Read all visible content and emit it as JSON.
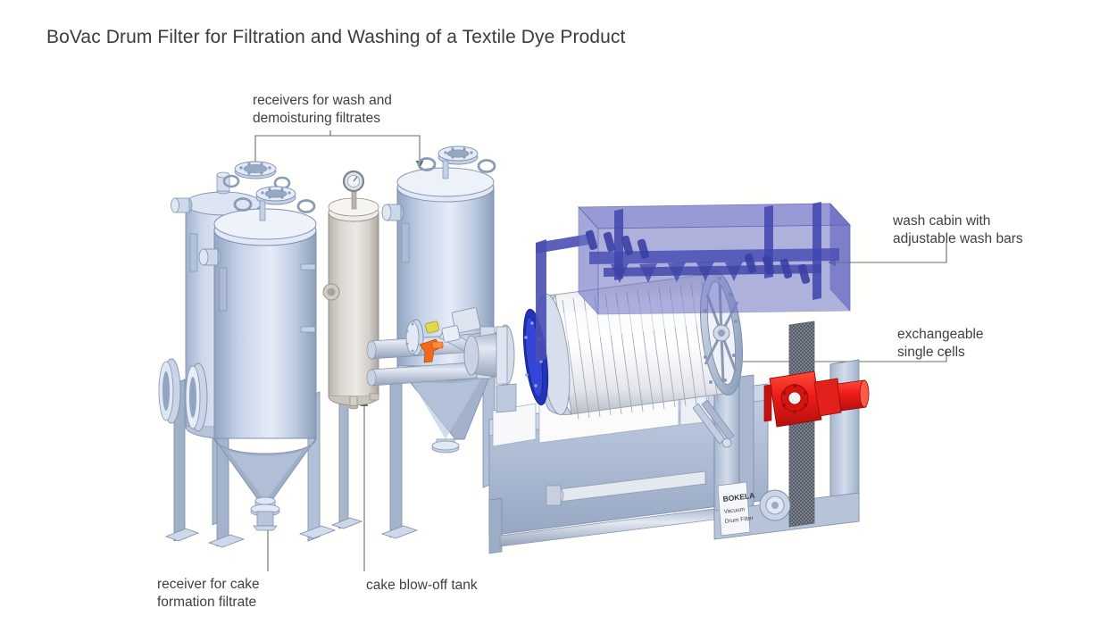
{
  "page": {
    "background_color": "#fffffd",
    "text_color": "#3f3f3f",
    "title_color": "#3b3b3b"
  },
  "header": {
    "title": "BoVac Drum Filter for Filtration and Washing of a Textile Dye Product"
  },
  "annotations": [
    {
      "id": "receivers",
      "label": "receivers for wash and\ndemoisturing filtrates",
      "leader": "two-down-arrows",
      "points_to": "receiver-vessels"
    },
    {
      "id": "wash-cabin",
      "label": "wash cabin with\nadjustable wash bars",
      "leader": "left-arrow",
      "points_to": "wash-cabin-enclosure"
    },
    {
      "id": "single-cells",
      "label": "exchangeable\nsingle cells",
      "leader": "left-arrow",
      "points_to": "drum-cells"
    },
    {
      "id": "cake-receiver",
      "label": "receiver for cake\nformation filtrate",
      "leader": "up-arrow",
      "points_to": "cake-formation-receiver"
    },
    {
      "id": "blow-off-tank",
      "label": "cake blow-off tank",
      "leader": "up-arrow",
      "points_to": "blow-off-vessel"
    }
  ],
  "equipment": {
    "nameplate": {
      "line1": "BOKELA",
      "line2": "Vacuum",
      "line3": "Drum Filter"
    },
    "parts": [
      {
        "name": "receiver-vessel-rear",
        "kind": "pressure-vessel",
        "color": "#c3cee4"
      },
      {
        "name": "receiver-vessel-front",
        "kind": "pressure-vessel-conical-bottom",
        "color": "#c6d2e8"
      },
      {
        "name": "cake-blow-off-tank",
        "kind": "cylindrical-tank",
        "color": "#ded9d4"
      },
      {
        "name": "receiver-vessel-right",
        "kind": "pressure-vessel-conical-bottom",
        "color": "#c3cee4"
      },
      {
        "name": "pressure-gauge",
        "kind": "gauge",
        "color": "#aeb7c6"
      },
      {
        "name": "filter-drum",
        "kind": "rotary-drum",
        "color": "#e8eaee"
      },
      {
        "name": "drum-cells",
        "kind": "slatted-cells",
        "color": "#f2f3f5"
      },
      {
        "name": "drum-end-wheel",
        "kind": "spoked-wheel",
        "color": "#aebdd4"
      },
      {
        "name": "filter-head-ring",
        "kind": "flange-ring",
        "color": "#2233bb"
      },
      {
        "name": "wash-cabin-enclosure",
        "kind": "translucent-box",
        "color": "#6e72c4"
      },
      {
        "name": "wash-bars",
        "kind": "spray-bars",
        "color": "#4a4fb4"
      },
      {
        "name": "drive-gearbox",
        "kind": "motor-gearbox",
        "color": "#ee1b18"
      },
      {
        "name": "machine-frame",
        "kind": "steel-frame",
        "color": "#b9c6dd"
      },
      {
        "name": "trough",
        "kind": "slurry-trough",
        "color": "#aab9d5"
      },
      {
        "name": "discharge-roller",
        "kind": "roller",
        "color": "#d6dbe4"
      },
      {
        "name": "mesh-guard-column",
        "kind": "perforated-panel",
        "color": "#6f7480"
      },
      {
        "name": "valve-handle",
        "kind": "valve",
        "color": "#f06a1e"
      },
      {
        "name": "pipe-manifold",
        "kind": "piping",
        "color": "#c9d2e1"
      }
    ]
  }
}
